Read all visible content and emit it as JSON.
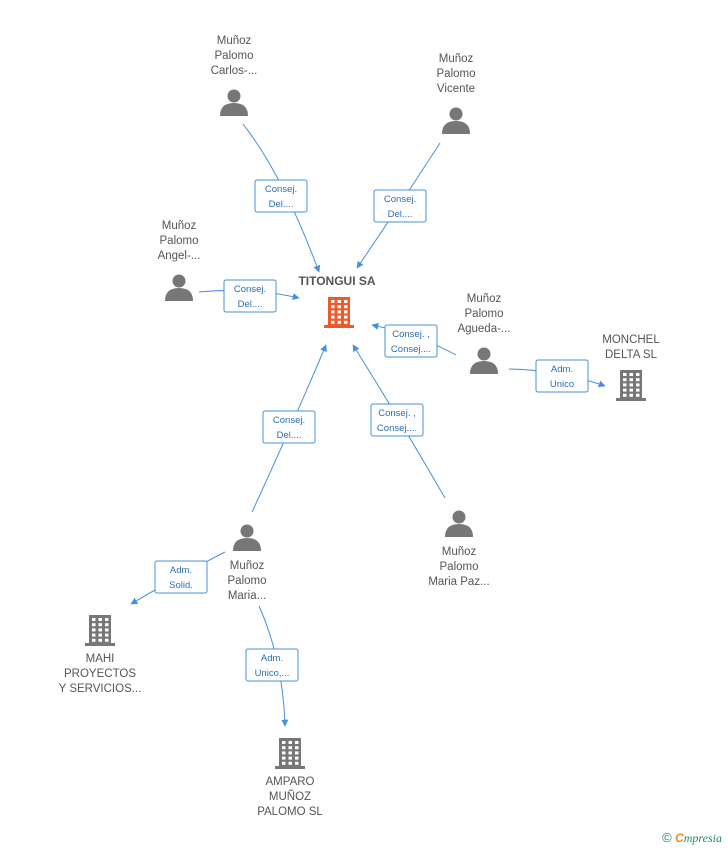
{
  "colors": {
    "edge": "#4a90d9",
    "person": "#777777",
    "company": "#777777",
    "center_company": "#f0592a"
  },
  "center": {
    "label": "TITONGUI SA",
    "icon": "building-icon"
  },
  "persons": [
    {
      "id": "carlos",
      "lines": [
        "Muñoz",
        "Palomo",
        "Carlos-..."
      ],
      "icon": "person-icon"
    },
    {
      "id": "vicente",
      "lines": [
        "Muñoz",
        "Palomo",
        "Vicente"
      ],
      "icon": "person-icon"
    },
    {
      "id": "angel",
      "lines": [
        "Muñoz",
        "Palomo",
        "Angel-..."
      ],
      "icon": "person-icon"
    },
    {
      "id": "agueda",
      "lines": [
        "Muñoz",
        "Palomo",
        "Agueda-..."
      ],
      "icon": "person-icon"
    },
    {
      "id": "maria",
      "lines": [
        "Muñoz",
        "Palomo",
        "Maria..."
      ],
      "icon": "person-icon"
    },
    {
      "id": "mariapaz",
      "lines": [
        "Muñoz",
        "Palomo",
        "Maria Paz..."
      ],
      "icon": "person-icon"
    }
  ],
  "companies": [
    {
      "id": "monchel",
      "lines": [
        "MONCHEL",
        "DELTA SL"
      ],
      "icon": "building-icon"
    },
    {
      "id": "mahi",
      "lines": [
        "MAHI",
        "PROYECTOS",
        "Y SERVICIOS..."
      ],
      "icon": "building-icon"
    },
    {
      "id": "amparo",
      "lines": [
        "AMPARO",
        "MUÑOZ",
        "PALOMO SL"
      ],
      "icon": "building-icon"
    }
  ],
  "edges": [
    {
      "id": "carlos-center",
      "lines": [
        "Consej.",
        "Del...."
      ]
    },
    {
      "id": "vicente-center",
      "lines": [
        "Consej.",
        "Del...."
      ]
    },
    {
      "id": "angel-center",
      "lines": [
        "Consej.",
        "Del...."
      ]
    },
    {
      "id": "agueda-center",
      "lines": [
        "Consej. ,",
        "Consej...."
      ]
    },
    {
      "id": "agueda-monchel",
      "lines": [
        "Adm.",
        "Unico"
      ]
    },
    {
      "id": "maria-center",
      "lines": [
        "Consej.",
        "Del...."
      ]
    },
    {
      "id": "mariapaz-center",
      "lines": [
        "Consej. ,",
        "Consej...."
      ]
    },
    {
      "id": "maria-mahi",
      "lines": [
        "Adm.",
        "Solid."
      ]
    },
    {
      "id": "maria-amparo",
      "lines": [
        "Adm.",
        "Unico,..."
      ]
    }
  ],
  "footer": {
    "copyright": "©",
    "brand_first": "C",
    "brand_rest": "mpresia"
  }
}
